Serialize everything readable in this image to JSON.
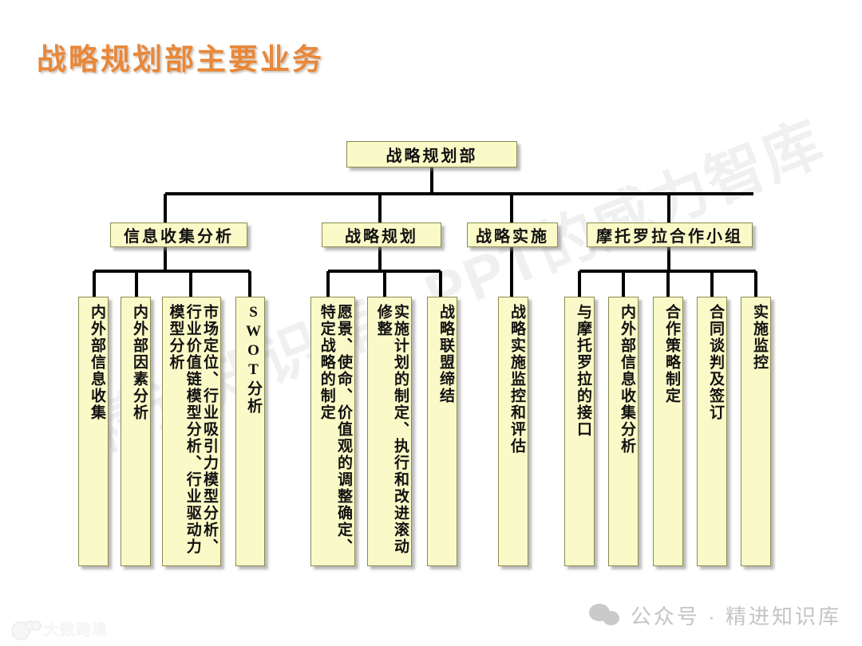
{
  "title": "战略规划部主要业务",
  "watermark": {
    "diagonal_text": "精进知识库 · PPT的威力智库"
  },
  "chart_data": {
    "type": "diagram",
    "subtype": "org-chart",
    "title": "战略规划部主要业务",
    "orientation": "top-down",
    "node_fill": "#FAFAC8",
    "node_border": "#8A8A52",
    "connector_color": "#000000",
    "root": {
      "id": "root",
      "label": "战略规划部"
    },
    "branches": [
      {
        "id": "b1",
        "label": "信息收集分析",
        "children": [
          {
            "id": "b1c1",
            "label": "内外部信息收集"
          },
          {
            "id": "b1c2",
            "label": "内外部因素分析"
          },
          {
            "id": "b1c3",
            "label": "市场定位、行业吸引力模型分析、行业价值链模型分析、行业驱动力模型分析"
          },
          {
            "id": "b1c4",
            "label": "SWOT分析"
          }
        ]
      },
      {
        "id": "b2",
        "label": "战略规划",
        "children": [
          {
            "id": "b2c1",
            "label": "愿景、使命、价值观的调整确定、特定战略的制定"
          },
          {
            "id": "b2c2",
            "label": "实施计划的制定、执行和改进滚动修整"
          },
          {
            "id": "b2c3",
            "label": "战略联盟缔结"
          }
        ]
      },
      {
        "id": "b3",
        "label": "战略实施",
        "children": [
          {
            "id": "b3c1",
            "label": "战略实施监控和评估"
          }
        ]
      },
      {
        "id": "b4",
        "label": "摩托罗拉合作小组",
        "children": [
          {
            "id": "b4c1",
            "label": "与摩托罗拉的接口"
          },
          {
            "id": "b4c2",
            "label": "内外部信息收集分析"
          },
          {
            "id": "b4c3",
            "label": "合作策略制定"
          },
          {
            "id": "b4c4",
            "label": "合同谈判及签订"
          },
          {
            "id": "b4c5",
            "label": "实施监控"
          }
        ]
      }
    ]
  },
  "footer": {
    "left_logo_text": "大数跨境",
    "right_logo_text": "公众号 · 精进知识库"
  }
}
